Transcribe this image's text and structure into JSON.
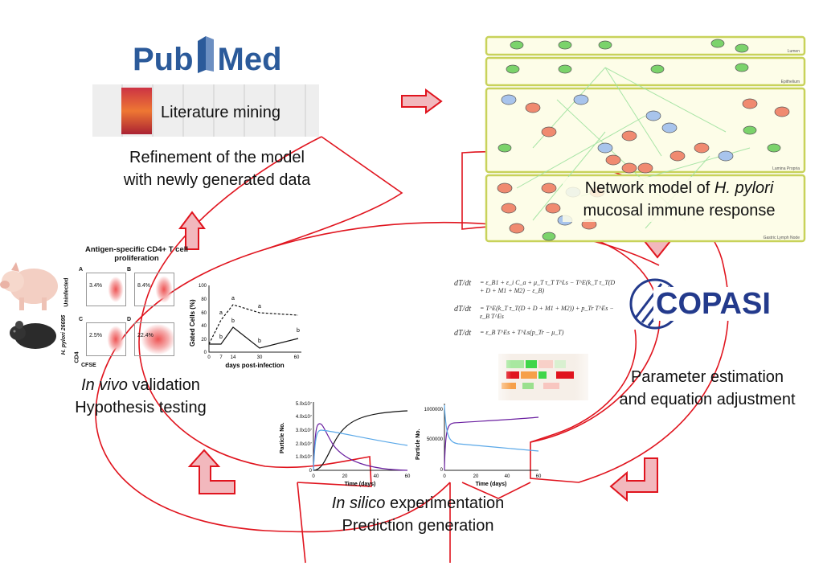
{
  "pubmed": {
    "logo_left": "Pub",
    "logo_right": "Med"
  },
  "literature": {
    "label": "Literature mining"
  },
  "refinement": {
    "line1": "Refinement of the model",
    "line2": "with newly generated data"
  },
  "network": {
    "line1_prefix": "Network model of ",
    "line1_italic": "H. pylori",
    "line2": "mucosal immune response",
    "compartments": [
      "Lumen",
      "Epithelium",
      "Lamina Propria",
      "Gastric Lymph Node"
    ]
  },
  "equations": [
    "= ε_B1 + ε_i C_a + μ_T τ_T T^Ls − T^E(k_T τ_T(D + D + M1 + M2) − ε_B)",
    "= T^E(k_T τ_T(D + D + M1 + M2)) + p_Tr T^Es − ε_B T^Es",
    "= ε_B T^Es + T^Ls(p_Tr − μ_T)"
  ],
  "equation_lhs": [
    "dT/dt",
    "dT/dt",
    "dT/dt"
  ],
  "copasi": {
    "logo": "COPASI"
  },
  "parameter": {
    "line1": "Parameter  estimation",
    "line2": "and equation adjustment"
  },
  "insilico": {
    "line1_italic": "In silico",
    "line1_rest": " experimentation",
    "line2": "Prediction generation",
    "chart1": {
      "ylabel": "Particle No.",
      "xlabel": "Time (days)",
      "yticks": [
        "5.0x10⁷",
        "4.0x10⁷",
        "3.0x10⁷",
        "2.0x10⁷",
        "1.0x10⁷",
        "0"
      ],
      "xticks": [
        "0",
        "20",
        "40",
        "60"
      ]
    },
    "chart2": {
      "ylabel": "Particle No.",
      "xlabel": "Time (days)",
      "yticks": [
        "1000000",
        "500000",
        "0"
      ],
      "xticks": [
        "0",
        "20",
        "40",
        "60"
      ]
    }
  },
  "invivo": {
    "line1_italic": "In vivo",
    "line1_rest": " validation",
    "line2": "Hypothesis testing",
    "figure_title1": "Antigen-specific CD4+ T cell",
    "figure_title2": "proliferation",
    "row_labels": [
      "Uninfected",
      "H. pylori 26695"
    ],
    "panels": [
      {
        "letter": "A",
        "pct": "3.4%"
      },
      {
        "letter": "B",
        "pct": "8.4%"
      },
      {
        "letter": "C",
        "pct": "2.5%"
      },
      {
        "letter": "D",
        "pct": "22.4%"
      }
    ],
    "axis_cd4": "CD4",
    "axis_cfse": "CFSE",
    "chart": {
      "ylabel": "Gated Cells (%)",
      "xlabel": "days post-infection",
      "yticks": [
        "100",
        "80",
        "60",
        "40",
        "20",
        "0"
      ],
      "xticks": [
        "0",
        "7",
        "14",
        "30",
        "60"
      ],
      "dashed_labels": [
        "a",
        "a",
        "a"
      ],
      "solid_labels": [
        "b",
        "b",
        "b",
        "b"
      ]
    }
  },
  "colors": {
    "accent_red": "#e0141e",
    "arrow_fill": "#f2b8bd",
    "pubmed_blue": "#2b5a9a",
    "network_border": "#c8d25a"
  }
}
